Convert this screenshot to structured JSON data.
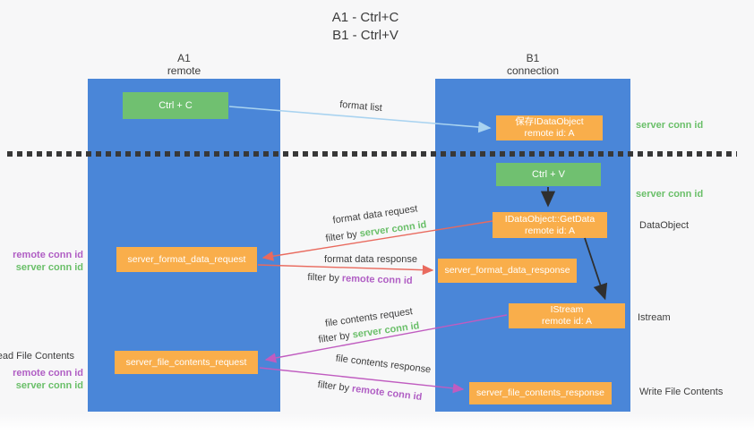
{
  "title": {
    "line1": "A1 - Ctrl+C",
    "line2": "B1 - Ctrl+V"
  },
  "lanes": {
    "left": {
      "name": "A1",
      "role": "remote"
    },
    "right": {
      "name": "B1",
      "role": "connection"
    }
  },
  "nodes": {
    "ctrl_c": {
      "label": "Ctrl + C"
    },
    "ctrl_v": {
      "label": "Ctrl + V"
    },
    "save_dataobject": {
      "line1": "保存IDataObject",
      "line2": "remote id: A"
    },
    "getdata": {
      "line1": "IDataObject::GetData",
      "line2": "remote id: A"
    },
    "istream": {
      "line1": "IStream",
      "line2": "remote id: A"
    },
    "server_format_data_request": {
      "label": "server_format_data_request"
    },
    "server_format_data_response": {
      "label": "server_format_data_response"
    },
    "server_file_contents_request": {
      "label": "server_file_contents_request"
    },
    "server_file_contents_response": {
      "label": "server_file_contents_response"
    }
  },
  "flow_labels": {
    "format_list": "format list",
    "format_data_request": "format data request",
    "format_data_response": "format data response",
    "file_contents_request": "file contents request",
    "file_contents_response": "file contents response",
    "filter_by": "filter by",
    "server_conn_id": "server conn id",
    "remote_conn_id": "remote conn id"
  },
  "side_labels": {
    "left": {
      "remote_conn_id": "remote conn id",
      "server_conn_id": "server conn id",
      "read_file_contents": "Read File Contents",
      "remote_conn_id_2": "remote conn id",
      "server_conn_id_2": "server conn id"
    },
    "right": {
      "server_conn_id_top": "server conn id",
      "server_conn_id_mid": "server conn id",
      "dataobject": "DataObject",
      "istream": "Istream",
      "write_file_contents": "Write File Contents"
    }
  },
  "colors": {
    "lane_blue": "#4a86d8",
    "node_green": "#70c070",
    "node_orange": "#f9ae4b",
    "arrow_lightblue": "#a9d3f0",
    "arrow_red": "#e96a5e",
    "arrow_magenta": "#c05cc0",
    "arrow_black": "#2f2f2f",
    "label_green": "#6abf69",
    "label_purple": "#b05ec4",
    "text_dark": "#3d3d3d",
    "divider_dark": "#383838"
  }
}
